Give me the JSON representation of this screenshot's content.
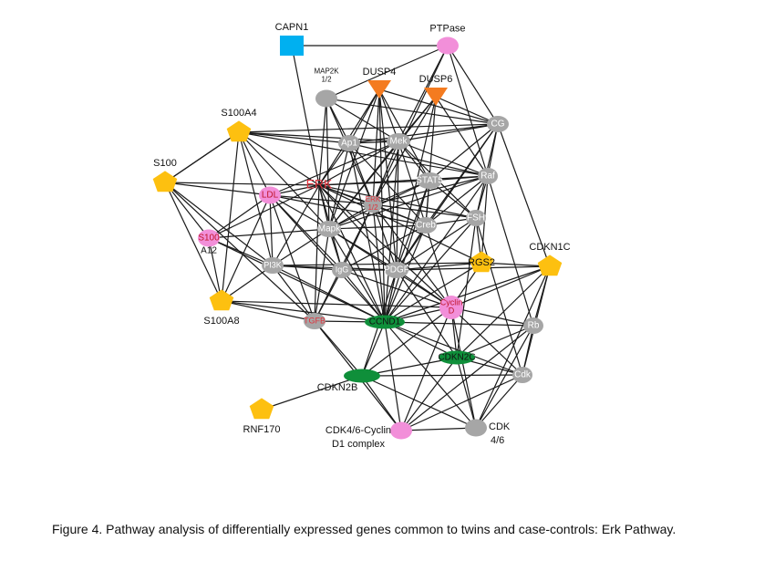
{
  "figure": {
    "caption": "Figure 4. Pathway analysis of differentially expressed genes  common to twins and case-controls: Erk Pathway."
  },
  "colors": {
    "blue": "#00b0f0",
    "pink": "#f28fd9",
    "gray": "#a6a6a6",
    "orange": "#f47b20",
    "yellow": "#fdc010",
    "green": "#0f8f3a",
    "red_text": "#e0323c",
    "white_text": "#ffffff",
    "edge": "#1a1a1a"
  },
  "nodes": [
    {
      "id": "CAPN1",
      "label": "CAPN1",
      "shape": "square",
      "color": "blue"
    },
    {
      "id": "PTPase",
      "label": "PTPase",
      "shape": "ellipse",
      "color": "pink"
    },
    {
      "id": "MAP2K",
      "label": "MAP2K",
      "label2": "1/2",
      "shape": "ellipse",
      "color": "gray"
    },
    {
      "id": "DUSP4",
      "label": "DUSP4",
      "shape": "triangle",
      "color": "orange"
    },
    {
      "id": "DUSP6",
      "label": "DUSP6",
      "shape": "triangle",
      "color": "orange"
    },
    {
      "id": "CG",
      "label": "CG",
      "shape": "ellipse",
      "color": "gray"
    },
    {
      "id": "S100A4",
      "label": "S100A4",
      "shape": "pentagon",
      "color": "yellow"
    },
    {
      "id": "Ap1",
      "label": "Ap1",
      "shape": "ellipse",
      "color": "gray"
    },
    {
      "id": "Mek",
      "label": "Mek",
      "shape": "ellipse",
      "color": "gray"
    },
    {
      "id": "S100",
      "label": "S100",
      "shape": "pentagon",
      "color": "yellow"
    },
    {
      "id": "ERK",
      "label": "ERK",
      "shape": "none",
      "color": "red_text"
    },
    {
      "id": "LDL",
      "label": "LDL",
      "shape": "ellipse",
      "color": "pink"
    },
    {
      "id": "ERK12",
      "label": "ERK",
      "label2": "1/2",
      "shape": "ellipse",
      "color": "gray"
    },
    {
      "id": "STAT5",
      "label": "STAT5",
      "shape": "ellipse",
      "color": "gray"
    },
    {
      "id": "Raf",
      "label": "Raf",
      "shape": "ellipse",
      "color": "gray"
    },
    {
      "id": "Mapk",
      "label": "Mapk",
      "shape": "ellipse",
      "color": "gray"
    },
    {
      "id": "Creb",
      "label": "Creb",
      "shape": "ellipse",
      "color": "gray"
    },
    {
      "id": "FSH",
      "label": "FSH",
      "shape": "ellipse",
      "color": "gray"
    },
    {
      "id": "S100A12",
      "label": "S100",
      "label2": "A12",
      "shape": "ellipse",
      "color": "pink"
    },
    {
      "id": "RGS2",
      "label": "RGS2",
      "shape": "pentagon",
      "color": "yellow"
    },
    {
      "id": "CDKN1C",
      "label": "CDKN1C",
      "shape": "pentagon",
      "color": "yellow"
    },
    {
      "id": "PI3K",
      "label": "PI3K",
      "shape": "ellipse",
      "color": "gray"
    },
    {
      "id": "IgG",
      "label": "IgG",
      "shape": "ellipse",
      "color": "gray"
    },
    {
      "id": "PDGF",
      "label": "PDGF",
      "shape": "ellipse",
      "color": "gray"
    },
    {
      "id": "S100A8",
      "label": "S100A8",
      "shape": "pentagon",
      "color": "yellow"
    },
    {
      "id": "CyclinD",
      "label": "Cyclin",
      "label2": "D",
      "shape": "ellipse",
      "color": "pink"
    },
    {
      "id": "TGFB",
      "label": "TGFB",
      "shape": "ellipse",
      "color": "gray"
    },
    {
      "id": "CCND1",
      "label": "CCND1",
      "shape": "ellipse",
      "color": "green"
    },
    {
      "id": "Rb",
      "label": "Rb",
      "shape": "ellipse",
      "color": "gray"
    },
    {
      "id": "CDKN2C",
      "label": "CDKN2C",
      "shape": "ellipse",
      "color": "green"
    },
    {
      "id": "CDKN2B",
      "label": "CDKN2B",
      "shape": "ellipse",
      "color": "green"
    },
    {
      "id": "Cdk",
      "label": "Cdk",
      "shape": "ellipse",
      "color": "gray"
    },
    {
      "id": "RNF170",
      "label": "RNF170",
      "shape": "pentagon",
      "color": "yellow"
    },
    {
      "id": "CDK46Cyclin",
      "label": "CDK4/6-Cyclin",
      "label2": "D1 complex",
      "shape": "ellipse",
      "color": "pink"
    },
    {
      "id": "CDK46",
      "label": "CDK",
      "label2": "4/6",
      "shape": "ellipse",
      "color": "gray"
    }
  ],
  "edges": [
    [
      "CAPN1",
      "PTPase"
    ],
    [
      "CAPN1",
      "ERK"
    ],
    [
      "PTPase",
      "MAP2K"
    ],
    [
      "PTPase",
      "Mek"
    ],
    [
      "PTPase",
      "CG"
    ],
    [
      "PTPase",
      "Raf"
    ],
    [
      "PTPase",
      "ERK12"
    ],
    [
      "MAP2K",
      "Mek"
    ],
    [
      "MAP2K",
      "ERK"
    ],
    [
      "MAP2K",
      "ERK12"
    ],
    [
      "MAP2K",
      "Mapk"
    ],
    [
      "MAP2K",
      "CG"
    ],
    [
      "MAP2K",
      "Ap1"
    ],
    [
      "DUSP4",
      "Ap1"
    ],
    [
      "DUSP4",
      "Mek"
    ],
    [
      "DUSP4",
      "ERK12"
    ],
    [
      "DUSP4",
      "Mapk"
    ],
    [
      "DUSP4",
      "CG"
    ],
    [
      "DUSP4",
      "ERK"
    ],
    [
      "DUSP4",
      "CCND1"
    ],
    [
      "DUSP4",
      "PDGF"
    ],
    [
      "DUSP4",
      "STAT5"
    ],
    [
      "DUSP6",
      "Mek"
    ],
    [
      "DUSP6",
      "ERK12"
    ],
    [
      "DUSP6",
      "Raf"
    ],
    [
      "DUSP6",
      "Creb"
    ],
    [
      "DUSP6",
      "Mapk"
    ],
    [
      "DUSP6",
      "CG"
    ],
    [
      "DUSP6",
      "CCND1"
    ],
    [
      "CG",
      "Mek"
    ],
    [
      "CG",
      "Ap1"
    ],
    [
      "CG",
      "Raf"
    ],
    [
      "CG",
      "STAT5"
    ],
    [
      "CG",
      "FSH"
    ],
    [
      "CG",
      "PDGF"
    ],
    [
      "CG",
      "Creb"
    ],
    [
      "CG",
      "CDKN1C"
    ],
    [
      "CG",
      "S100A4"
    ],
    [
      "S100A4",
      "Ap1"
    ],
    [
      "S100A4",
      "Mek"
    ],
    [
      "S100A4",
      "Raf"
    ],
    [
      "S100A4",
      "ERK"
    ],
    [
      "S100A4",
      "LDL"
    ],
    [
      "S100A4",
      "S100A8"
    ],
    [
      "S100A4",
      "Mapk"
    ],
    [
      "S100A4",
      "S100"
    ],
    [
      "S100A4",
      "PI3K"
    ],
    [
      "Ap1",
      "Mek"
    ],
    [
      "Ap1",
      "ERK"
    ],
    [
      "Ap1",
      "Mapk"
    ],
    [
      "Ap1",
      "ERK12"
    ],
    [
      "Ap1",
      "Creb"
    ],
    [
      "Ap1",
      "CCND1"
    ],
    [
      "Ap1",
      "Raf"
    ],
    [
      "Mek",
      "ERK"
    ],
    [
      "Mek",
      "ERK12"
    ],
    [
      "Mek",
      "STAT5"
    ],
    [
      "Mek",
      "Raf"
    ],
    [
      "Mek",
      "Mapk"
    ],
    [
      "Mek",
      "LDL"
    ],
    [
      "Mek",
      "Creb"
    ],
    [
      "Mek",
      "PDGF"
    ],
    [
      "Mek",
      "CCND1"
    ],
    [
      "Mek",
      "FSH"
    ],
    [
      "S100",
      "LDL"
    ],
    [
      "S100",
      "ERK"
    ],
    [
      "S100",
      "S100A12"
    ],
    [
      "S100",
      "S100A8"
    ],
    [
      "S100",
      "PI3K"
    ],
    [
      "S100",
      "TGFB"
    ],
    [
      "S100",
      "S100A4"
    ],
    [
      "ERK",
      "LDL"
    ],
    [
      "ERK",
      "ERK12"
    ],
    [
      "ERK",
      "Mapk"
    ],
    [
      "ERK",
      "STAT5"
    ],
    [
      "ERK",
      "Raf"
    ],
    [
      "ERK",
      "Creb"
    ],
    [
      "ERK",
      "FSH"
    ],
    [
      "ERK",
      "PI3K"
    ],
    [
      "ERK",
      "IgG"
    ],
    [
      "ERK",
      "PDGF"
    ],
    [
      "ERK",
      "CCND1"
    ],
    [
      "ERK",
      "S100A12"
    ],
    [
      "ERK",
      "TGFB"
    ],
    [
      "ERK",
      "CyclinD"
    ],
    [
      "ERK",
      "RGS2"
    ],
    [
      "LDL",
      "Mapk"
    ],
    [
      "LDL",
      "ERK12"
    ],
    [
      "LDL",
      "PI3K"
    ],
    [
      "LDL",
      "S100A12"
    ],
    [
      "LDL",
      "CCND1"
    ],
    [
      "LDL",
      "IgG"
    ],
    [
      "LDL",
      "TGFB"
    ],
    [
      "LDL",
      "S100A8"
    ],
    [
      "LDL",
      "Creb"
    ],
    [
      "ERK12",
      "STAT5"
    ],
    [
      "ERK12",
      "Mapk"
    ],
    [
      "ERK12",
      "Creb"
    ],
    [
      "ERK12",
      "PDGF"
    ],
    [
      "ERK12",
      "CCND1"
    ],
    [
      "ERK12",
      "IgG"
    ],
    [
      "ERK12",
      "FSH"
    ],
    [
      "ERK12",
      "Raf"
    ],
    [
      "ERK12",
      "CyclinD"
    ],
    [
      "ERK12",
      "TGFB"
    ],
    [
      "STAT5",
      "Raf"
    ],
    [
      "STAT5",
      "Creb"
    ],
    [
      "STAT5",
      "Mapk"
    ],
    [
      "STAT5",
      "CCND1"
    ],
    [
      "STAT5",
      "FSH"
    ],
    [
      "STAT5",
      "PDGF"
    ],
    [
      "Raf",
      "FSH"
    ],
    [
      "Raf",
      "Creb"
    ],
    [
      "Raf",
      "Mapk"
    ],
    [
      "Raf",
      "CCND1"
    ],
    [
      "Raf",
      "Rb"
    ],
    [
      "Raf",
      "RGS2"
    ],
    [
      "Mapk",
      "Creb"
    ],
    [
      "Mapk",
      "PDGF"
    ],
    [
      "Mapk",
      "CCND1"
    ],
    [
      "Mapk",
      "IgG"
    ],
    [
      "Mapk",
      "PI3K"
    ],
    [
      "Mapk",
      "TGFB"
    ],
    [
      "Mapk",
      "CyclinD"
    ],
    [
      "Mapk",
      "S100A12"
    ],
    [
      "Creb",
      "FSH"
    ],
    [
      "Creb",
      "PDGF"
    ],
    [
      "Creb",
      "CCND1"
    ],
    [
      "Creb",
      "IgG"
    ],
    [
      "Creb",
      "CyclinD"
    ],
    [
      "FSH",
      "CCND1"
    ],
    [
      "FSH",
      "PDGF"
    ],
    [
      "FSH",
      "CDKN2C"
    ],
    [
      "FSH",
      "Cdk"
    ],
    [
      "FSH",
      "RGS2"
    ],
    [
      "S100A12",
      "PI3K"
    ],
    [
      "S100A12",
      "S100A8"
    ],
    [
      "S100A12",
      "CCND1"
    ],
    [
      "RGS2",
      "PDGF"
    ],
    [
      "RGS2",
      "CyclinD"
    ],
    [
      "RGS2",
      "CDKN1C"
    ],
    [
      "RGS2",
      "CCND1"
    ],
    [
      "RGS2",
      "PI3K"
    ],
    [
      "CDKN1C",
      "Rb"
    ],
    [
      "CDKN1C",
      "CDKN2C"
    ],
    [
      "CDKN1C",
      "Cdk"
    ],
    [
      "CDKN1C",
      "CCND1"
    ],
    [
      "CDKN1C",
      "CyclinD"
    ],
    [
      "CDKN1C",
      "PDGF"
    ],
    [
      "CDKN1C",
      "CDK46"
    ],
    [
      "PI3K",
      "IgG"
    ],
    [
      "PI3K",
      "PDGF"
    ],
    [
      "PI3K",
      "CCND1"
    ],
    [
      "PI3K",
      "S100A8"
    ],
    [
      "PI3K",
      "TGFB"
    ],
    [
      "IgG",
      "PDGF"
    ],
    [
      "IgG",
      "CCND1"
    ],
    [
      "IgG",
      "TGFB"
    ],
    [
      "IgG",
      "CyclinD"
    ],
    [
      "PDGF",
      "CCND1"
    ],
    [
      "PDGF",
      "CyclinD"
    ],
    [
      "PDGF",
      "CDKN2C"
    ],
    [
      "PDGF",
      "CDKN2B"
    ],
    [
      "S100A8",
      "TGFB"
    ],
    [
      "S100A8",
      "CCND1"
    ],
    [
      "S100A8",
      "CyclinD"
    ],
    [
      "CyclinD",
      "CCND1"
    ],
    [
      "CyclinD",
      "Rb"
    ],
    [
      "CyclinD",
      "CDKN2C"
    ],
    [
      "CyclinD",
      "Cdk"
    ],
    [
      "CyclinD",
      "CDK46"
    ],
    [
      "CyclinD",
      "CDKN2B"
    ],
    [
      "CyclinD",
      "CDK46Cyclin"
    ],
    [
      "TGFB",
      "CCND1"
    ],
    [
      "TGFB",
      "CDKN2B"
    ],
    [
      "TGFB",
      "CDK46Cyclin"
    ],
    [
      "CCND1",
      "Rb"
    ],
    [
      "CCND1",
      "CDKN2C"
    ],
    [
      "CCND1",
      "CDKN2B"
    ],
    [
      "CCND1",
      "Cdk"
    ],
    [
      "CCND1",
      "CDK46"
    ],
    [
      "CCND1",
      "CDK46Cyclin"
    ],
    [
      "Rb",
      "CDKN2C"
    ],
    [
      "Rb",
      "Cdk"
    ],
    [
      "Rb",
      "CDK46Cyclin"
    ],
    [
      "Rb",
      "CDK46"
    ],
    [
      "CDKN2C",
      "Cdk"
    ],
    [
      "CDKN2C",
      "CDKN2B"
    ],
    [
      "CDKN2C",
      "CDK46"
    ],
    [
      "CDKN2C",
      "CDK46Cyclin"
    ],
    [
      "CDKN2B",
      "CDK46Cyclin"
    ],
    [
      "CDKN2B",
      "CDK46"
    ],
    [
      "CDKN2B",
      "Cdk"
    ],
    [
      "CDKN2B",
      "RNF170"
    ],
    [
      "Cdk",
      "CDK46"
    ],
    [
      "Cdk",
      "CDK46Cyclin"
    ],
    [
      "CDK46Cyclin",
      "CDK46"
    ]
  ]
}
